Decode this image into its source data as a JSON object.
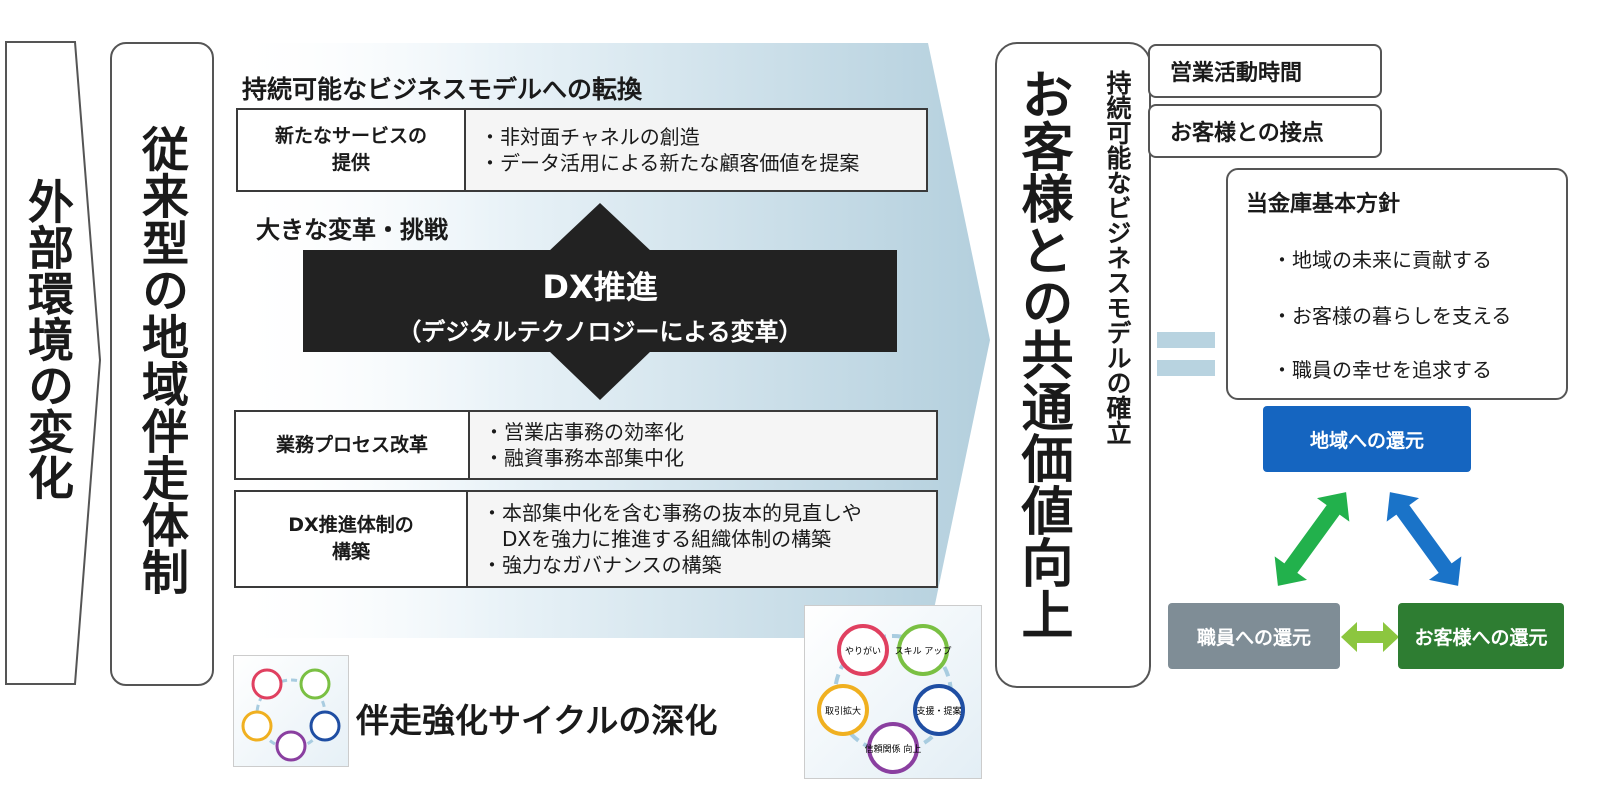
{
  "left": {
    "external": "外部環境の変化",
    "traditional": "従来型の地域伴走体制"
  },
  "center": {
    "heading": "持続可能なビジネスモデルへの転換",
    "row1": {
      "label_l1": "新たなサービスの",
      "label_l2": "提供",
      "items": [
        "・非対面チャネルの創造",
        "・データ活用による新たな顧客価値を提案"
      ]
    },
    "challenge": "大きな変革・挑戦",
    "dx_title": "DX推進",
    "dx_sub": "（デジタルテクノロジーによる変革）",
    "row2": {
      "label": "業務プロセス改革",
      "items": [
        "・営業店事務の効率化",
        "・融資事務本部集中化"
      ]
    },
    "row3": {
      "label_l1": "DX推進体制の",
      "label_l2": "構築",
      "items": [
        "・本部集中化を含む事務の抜本的見直しや",
        "　DXを強力に推進する組織体制の構築",
        "・強力なガバナンスの構築"
      ]
    },
    "cycle_text": "伴走強化サイクルの深化"
  },
  "cycle": {
    "nodes": [
      "やりがい",
      "スキル アップ",
      "支援・提案",
      "信頼関係 向上",
      "取引拡大"
    ],
    "colors": [
      "#e04060",
      "#7ac043",
      "#1f4ea3",
      "#8a3fa0",
      "#f0b020"
    ]
  },
  "right": {
    "big": "お客様との共通価値向上",
    "side": "持続可能なビジネスモデルの確立",
    "pill1": "営業活動時間",
    "pill2": "お客様との接点",
    "policy_title": "当金庫基本方針",
    "policies": [
      "・地域の未来に貢献する",
      "・お客様の暮らしを支える",
      "・職員の幸せを追求する"
    ],
    "btn_region": "地域への還元",
    "btn_staff": "職員への還元",
    "btn_customer": "お客様への還元"
  },
  "colors": {
    "dark": "#222222",
    "blue": "#1565c0",
    "gray": "#7f8d96",
    "green": "#2e7d32",
    "arrow_green": "#22b14c",
    "arrow_blue": "#1a73c8",
    "arrow_light": "#8cc63f",
    "equals": "#b8d3e0"
  }
}
